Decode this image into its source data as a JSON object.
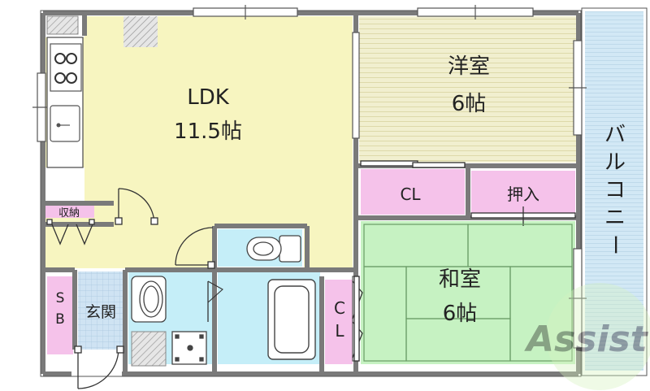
{
  "rooms": {
    "ldk": {
      "name": "LDK",
      "size": "11.5帖"
    },
    "western": {
      "name": "洋室",
      "size": "6帖"
    },
    "japanese": {
      "name": "和室",
      "size": "6帖"
    },
    "closet_cl": "CL",
    "closet_cl_vertical": [
      "C",
      "L"
    ],
    "oshiire": "押入",
    "storage": "収納",
    "shoe_box": [
      "S",
      "B"
    ],
    "entrance": "玄関",
    "balcony": [
      "バ",
      "ル",
      "コ",
      "ニ",
      "ー"
    ]
  },
  "watermark": {
    "text": "Assist"
  },
  "colors": {
    "ldk": "#f7f5c0",
    "western": "#f1efcf",
    "tatami": "#c6f2c2",
    "closet": "#f5c2ea",
    "wet": "#c5eef8",
    "balcony": "#d2e8f5",
    "entrance_tile": "#cfe3f3",
    "wall": "#7a7a7a"
  }
}
